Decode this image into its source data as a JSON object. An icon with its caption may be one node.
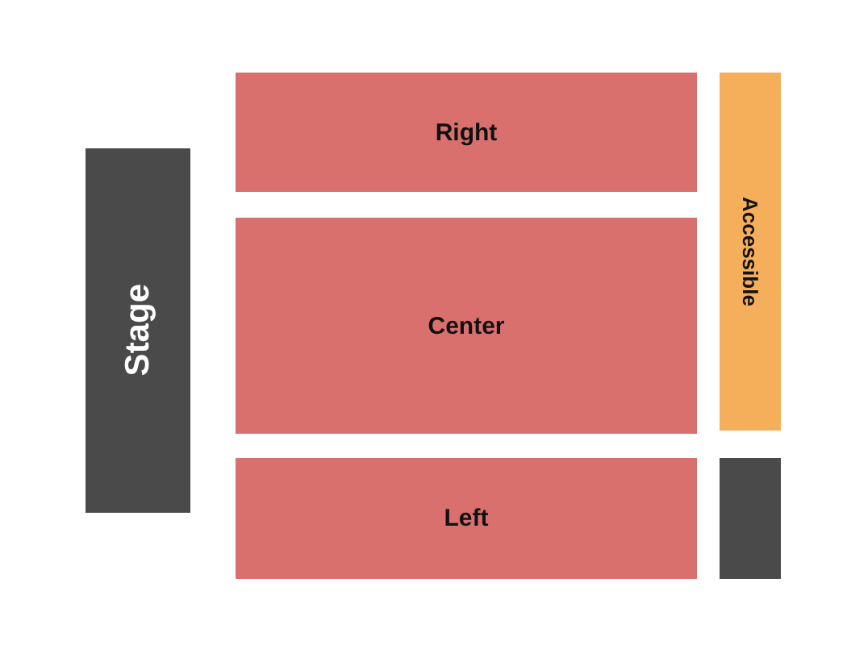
{
  "diagram": {
    "nodes": [
      {
        "text": [
          "Stage"
        ]
      },
      {
        "text": [
          "Right"
        ]
      },
      {
        "text": [
          "Accessible"
        ]
      },
      {
        "text": [
          "Center"
        ]
      },
      {
        "text": [
          "Left"
        ]
      },
      {
        "text": [],
        "shape": "box"
      }
    ]
  }
}
